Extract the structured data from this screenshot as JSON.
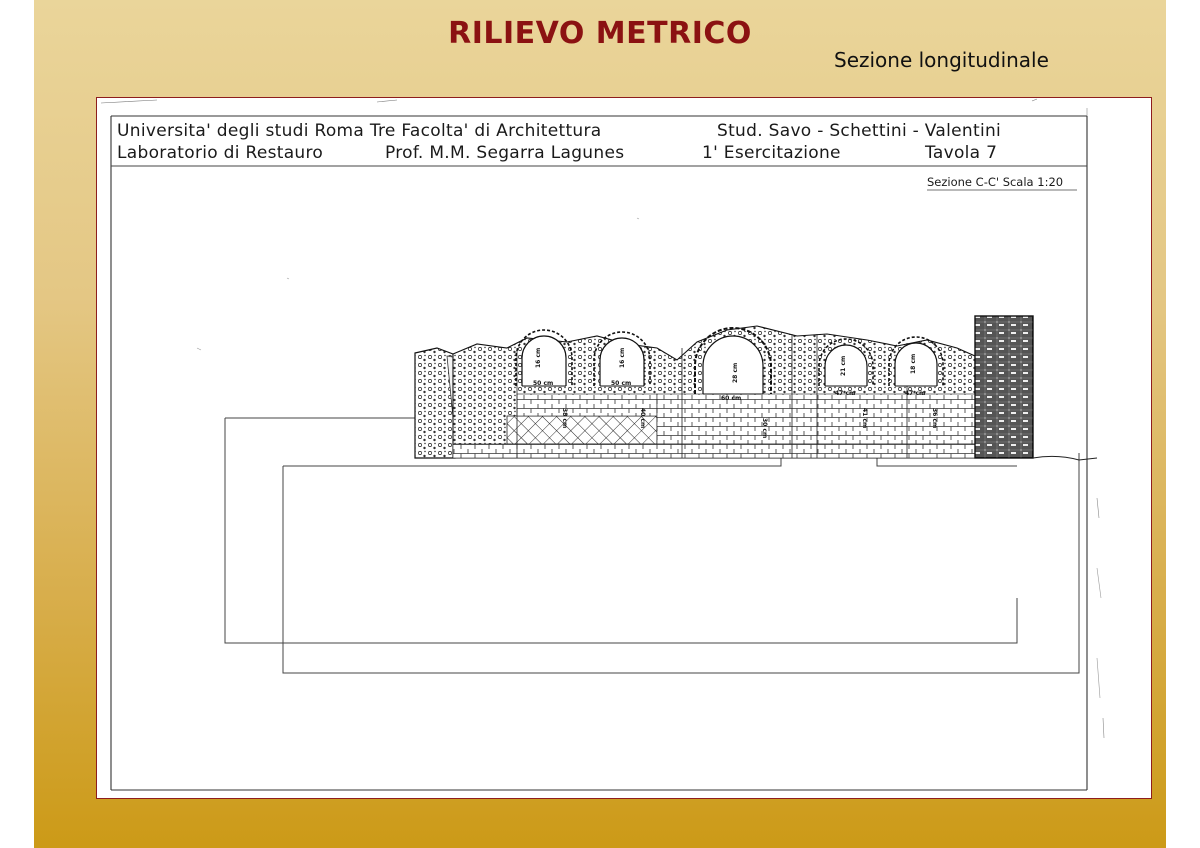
{
  "slide": {
    "title": "RILIEVO METRICO",
    "subtitle": "Sezione longitudinale"
  },
  "drawing": {
    "header": {
      "line1_left": "Universita' degli studi  Roma Tre  Facolta' di Architettura",
      "line1_right": "Stud. Savo - Schettini - Valentini",
      "line2_left": "Laboratorio di Restauro",
      "line2_mid": "Prof. M.M. Segarra Lagunes",
      "line2_exercise": "1' Esercitazione",
      "line2_right": "Tavola 7",
      "section_label": "Sezione C-C'  Scala  1:20"
    },
    "dimensions": {
      "arch1_width": "50 cm",
      "arch2_width": "50 cm",
      "arch3_width": "60 cm",
      "arch4_width": "47 cm",
      "arch5_width": "47 cm",
      "arch1_height": "38 cm",
      "arch2_height": "40 cm",
      "arch3_height": "30 cm",
      "arch4_height": "41 cm",
      "arch5_height": "36 cm",
      "arch1_rise": "16 cm",
      "arch2_rise": "16 cm",
      "arch3_rise": "28 cm",
      "arch4_rise": "21 cm",
      "arch5_rise": "18 cm"
    },
    "colors": {
      "title": "#8b1212",
      "sheet_border": "#8e1d1d",
      "ink": "#1a1a1a"
    }
  }
}
